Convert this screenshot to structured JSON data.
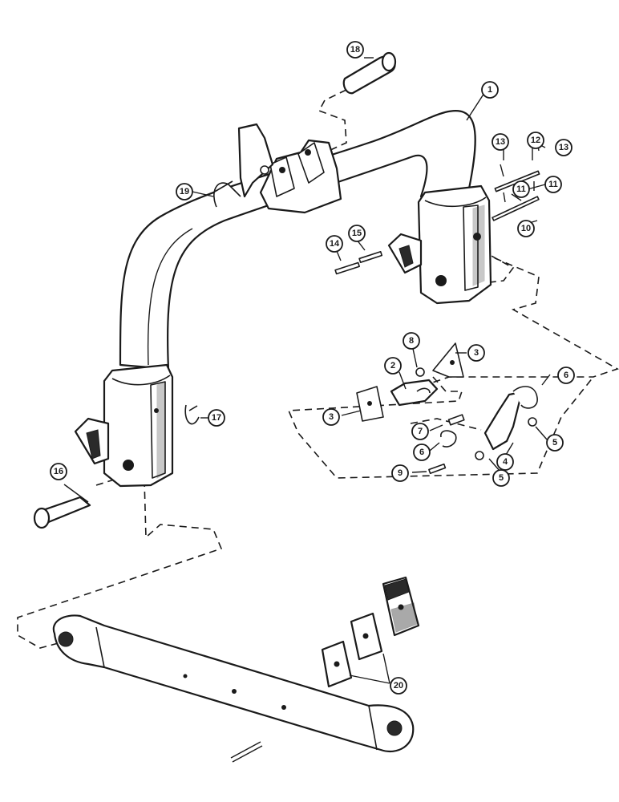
{
  "figure": {
    "ink_color": "#1a1a1a",
    "background_color": "#ffffff",
    "parts": [
      {
        "id": "1",
        "label": "1",
        "part": "upper-link-support-tube"
      },
      {
        "id": "2",
        "label": "2",
        "part": "lever"
      },
      {
        "id": "3a",
        "label": "3",
        "part": "bracket-plate"
      },
      {
        "id": "3b",
        "label": "3",
        "part": "bracket-plate"
      },
      {
        "id": "4",
        "label": "4",
        "part": "latch-lever"
      },
      {
        "id": "5a",
        "label": "5",
        "part": "bushing"
      },
      {
        "id": "5b",
        "label": "5",
        "part": "bushing"
      },
      {
        "id": "6a",
        "label": "6",
        "part": "spring-clip"
      },
      {
        "id": "6b",
        "label": "6",
        "part": "spring-clip"
      },
      {
        "id": "7",
        "label": "7",
        "part": "pin"
      },
      {
        "id": "8",
        "label": "8",
        "part": "nut"
      },
      {
        "id": "9",
        "label": "9",
        "part": "roll-pin"
      },
      {
        "id": "10",
        "label": "10",
        "part": "long-pin"
      },
      {
        "id": "11a",
        "label": "11",
        "part": "pin"
      },
      {
        "id": "11b",
        "label": "11",
        "part": "pin"
      },
      {
        "id": "12",
        "label": "12",
        "part": "long-pin"
      },
      {
        "id": "13a",
        "label": "13",
        "part": "cotter-pin"
      },
      {
        "id": "13b",
        "label": "13",
        "part": "cotter-pin"
      },
      {
        "id": "14",
        "label": "14",
        "part": "roll-pin"
      },
      {
        "id": "15",
        "label": "15",
        "part": "roll-pin"
      },
      {
        "id": "16",
        "label": "16",
        "part": "lower-pin"
      },
      {
        "id": "17",
        "label": "17",
        "part": "hairpin-clip"
      },
      {
        "id": "18",
        "label": "18",
        "part": "upper-pin"
      },
      {
        "id": "19",
        "label": "19",
        "part": "hairpin-clip"
      },
      {
        "id": "20",
        "label": "20",
        "part": "shim-plates"
      }
    ]
  }
}
